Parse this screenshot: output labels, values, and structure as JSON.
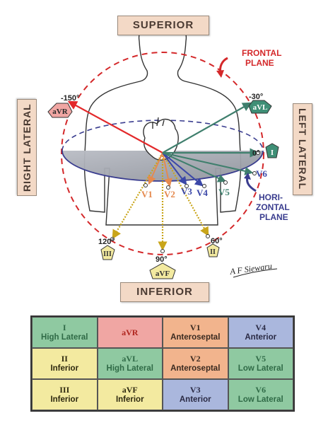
{
  "orientation_labels": {
    "superior": "SUPERIOR",
    "inferior": "INFERIOR",
    "right_lateral": "RIGHT LATERAL",
    "left_lateral": "LEFT LATERAL"
  },
  "planes": {
    "frontal": "FRONTAL\nPLANE",
    "horizontal": "HORI-\nZONTAL\nPLANE"
  },
  "angles": {
    "avr": "-150°",
    "avl": "-30°",
    "i": "0°",
    "ii": "60°",
    "avf": "90°",
    "iii": "120°"
  },
  "frontal_leads": {
    "avr": "aVR",
    "avl": "aVL",
    "i": "I",
    "ii": "II",
    "iii": "III",
    "avf": "aVF"
  },
  "precordial_leads": [
    "V1",
    "V2",
    "V3",
    "V4",
    "V5",
    "V6"
  ],
  "signature": "A F Siewaru",
  "lead_table": [
    [
      {
        "lead": "I",
        "desc": "High Lateral",
        "color": "#8fc9a1"
      },
      {
        "lead": "aVR",
        "desc": "",
        "color": "#f0a6a3"
      },
      {
        "lead": "V1",
        "desc": "Anteroseptal",
        "color": "#f2b48d"
      },
      {
        "lead": "V4",
        "desc": "Anterior",
        "color": "#aab7dd"
      }
    ],
    [
      {
        "lead": "II",
        "desc": "Inferior",
        "color": "#f3eaa0"
      },
      {
        "lead": "aVL",
        "desc": "High Lateral",
        "color": "#8fc9a1"
      },
      {
        "lead": "V2",
        "desc": "Anteroseptal",
        "color": "#f2b48d"
      },
      {
        "lead": "V5",
        "desc": "Low Lateral",
        "color": "#8fc9a1"
      }
    ],
    [
      {
        "lead": "III",
        "desc": "Inferior",
        "color": "#f3eaa0"
      },
      {
        "lead": "aVF",
        "desc": "Inferior",
        "color": "#f3eaa0"
      },
      {
        "lead": "V3",
        "desc": "Anterior",
        "color": "#aab7dd"
      },
      {
        "lead": "V6",
        "desc": "Low Lateral",
        "color": "#8fc9a1"
      }
    ]
  ],
  "colors": {
    "frontal_circle": "#d4282a",
    "horizontal_plane": "#3a3d8f",
    "avr_arrow": "#e3292b",
    "lateral_arrow": "#3f7f6d",
    "inferior_arrow": "#c9a51a",
    "v1v2_arrow": "#e58a4f",
    "v3v4_arrow": "#3b47a8",
    "v5v6_arrow": "#3f7f6d"
  }
}
